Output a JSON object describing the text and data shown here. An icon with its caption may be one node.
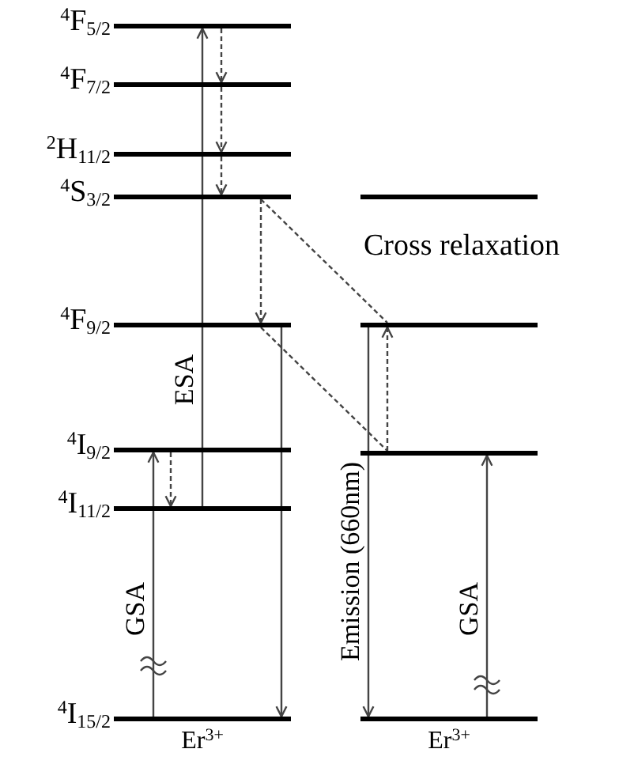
{
  "diagram": {
    "nodes": [
      {
        "text": [
          "$^{4}$F$_{5/2}$"
        ]
      },
      {
        "text": [
          "$^{4}$F$_{7/2}$"
        ]
      },
      {
        "text": [
          "$^{2}$H$_{11/2}$"
        ]
      },
      {
        "text": [
          "$^{4}$S$_{3/2}$"
        ]
      },
      {
        "text": [
          "$^{4}$F$_{9/2}$"
        ]
      },
      {
        "text": [
          "$^{4}$I$_{9/2}$"
        ]
      },
      {
        "text": [
          "$^{4}$I$_{11/2}$"
        ]
      },
      {
        "text": [
          "$^{4}$I$_{15/2}$"
        ],
        "beside": [
          "Er$^{3+}$"
        ]
      },
      {
        "text": [],
        "shape": "bar"
      },
      {
        "text": [],
        "shape": "bar"
      },
      {
        "text": [],
        "shape": "bar"
      },
      {
        "text": [],
        "shape": "bar",
        "beside": [
          "Er$^{3+}$"
        ]
      }
    ],
    "edges": [
      {
        "from": 6,
        "to": 0,
        "arrow": "to",
        "label": "ESA"
      },
      {
        "from": 0,
        "to": 1,
        "arrow": "to",
        "style": "dashed"
      },
      {
        "from": 1,
        "to": 2,
        "arrow": "to",
        "style": "dashed"
      },
      {
        "from": 2,
        "to": 3,
        "arrow": "to",
        "style": "dashed"
      },
      {
        "from": 3,
        "to": 4,
        "arrow": "to",
        "style": "dashed"
      },
      {
        "from": 5,
        "to": 6,
        "arrow": "to",
        "style": "dashed"
      },
      {
        "from": 7,
        "to": 5,
        "arrow": "to",
        "label": "GSA"
      },
      {
        "from": 4,
        "to": 7,
        "arrow": "to"
      },
      {
        "from": 3,
        "to": 9,
        "arrow": "none",
        "style": "dashed"
      },
      {
        "from": 4,
        "to": 10,
        "arrow": "none",
        "style": "dashed"
      },
      {
        "from": 9,
        "to": 11,
        "arrow": "to",
        "label": "Emission (660nm)"
      },
      {
        "from": 10,
        "to": 9,
        "arrow": "to",
        "style": "dashed"
      },
      {
        "from": 11,
        "to": 10,
        "arrow": "to",
        "label": "GSA"
      }
    ],
    "labels": [
      "Cross relaxation"
    ]
  }
}
